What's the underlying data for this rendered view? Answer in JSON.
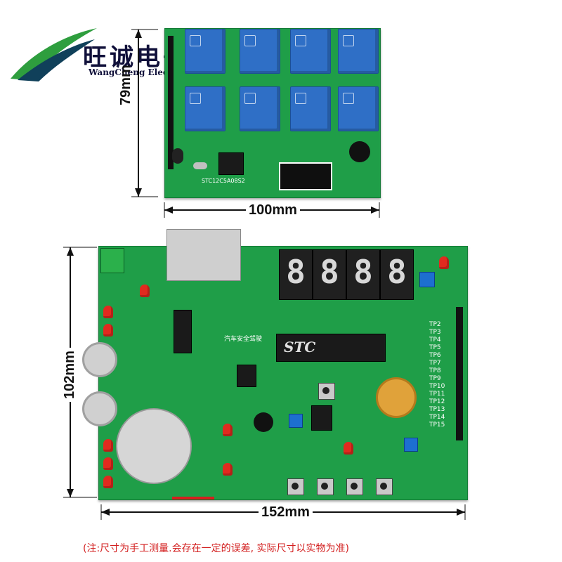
{
  "brand": {
    "name_cn": "旺诚电子",
    "name_en": "WangCheng Electronic",
    "accent_color": "#2e9e3e",
    "accent_color_dark": "#10405a"
  },
  "top_board": {
    "mcu_label": "STC12C5A08S2",
    "height_label": "79mm",
    "width_label": "100mm"
  },
  "bottom_board": {
    "mcu_label": "STC",
    "title_label": "汽车安全驾驶",
    "height_label": "102mm",
    "width_label": "152mm",
    "testpoints": [
      "TP2",
      "TP3",
      "TP4",
      "TP5",
      "TP6",
      "TP7",
      "TP8",
      "TP9",
      "TP10",
      "TP11",
      "TP12",
      "TP13",
      "TP14",
      "TP15"
    ],
    "segment_digits": [
      "8",
      "8",
      "8",
      "8"
    ]
  },
  "footnote": "(注:尺寸为手工测量.会存在一定的误差, 实际尺寸以实物为准)"
}
